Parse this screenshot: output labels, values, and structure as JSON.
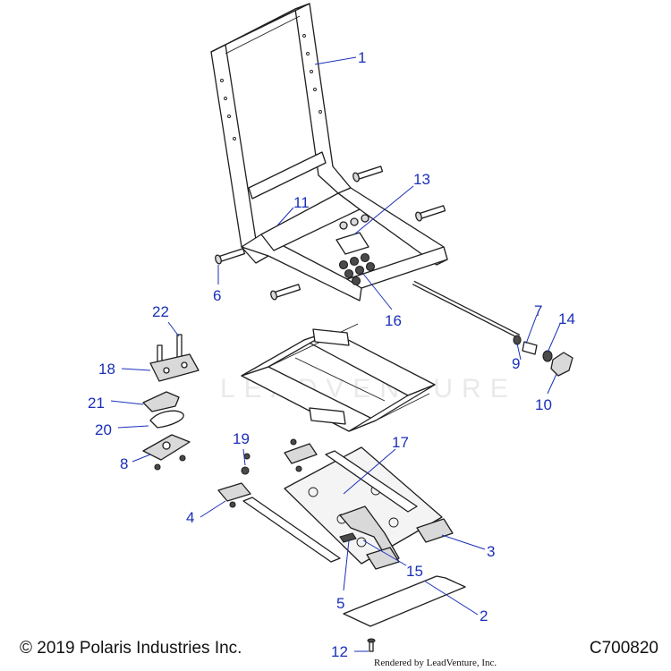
{
  "footer": {
    "copyright": "© 2019 Polaris Industries Inc.",
    "drawing_id": "C700820",
    "rendered_by": "Rendered by LeadVenture, Inc."
  },
  "watermark": "LEADVENTURE",
  "callouts": [
    {
      "label": "1"
    },
    {
      "label": "2"
    },
    {
      "label": "3"
    },
    {
      "label": "4"
    },
    {
      "label": "5"
    },
    {
      "label": "6"
    },
    {
      "label": "7"
    },
    {
      "label": "8"
    },
    {
      "label": "9"
    },
    {
      "label": "10"
    },
    {
      "label": "11"
    },
    {
      "label": "12"
    },
    {
      "label": "13"
    },
    {
      "label": "14"
    },
    {
      "label": "15"
    },
    {
      "label": "16"
    },
    {
      "label": "17"
    },
    {
      "label": "18"
    },
    {
      "label": "19"
    },
    {
      "label": "20"
    },
    {
      "label": "21"
    },
    {
      "label": "22"
    }
  ],
  "colors": {
    "callout": "#1a2fb8",
    "line": "#1f1f1f"
  }
}
